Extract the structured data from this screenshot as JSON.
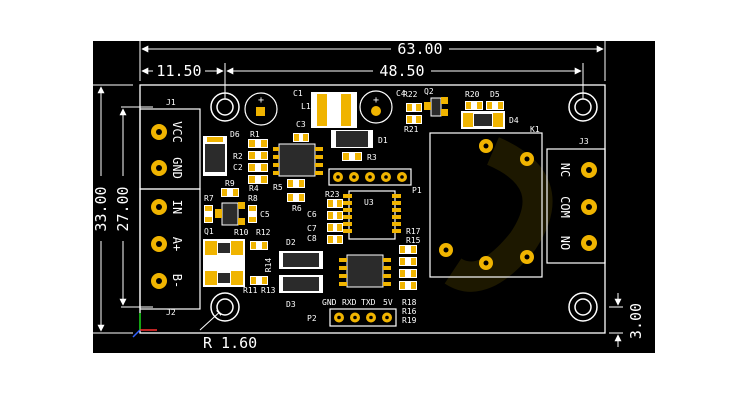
{
  "dimensions": {
    "width": "63.00",
    "left_offset": "11.50",
    "hole_spacing": "48.50",
    "height": "33.00",
    "inner_height": "27.00",
    "corner_offset": "3.00",
    "radius": "R 1.60"
  },
  "connectors": {
    "j1": "J1",
    "j2": "J2",
    "j3": "J3",
    "p1": "P1",
    "p2": "P2",
    "j1_pins": [
      "VCC",
      "GND"
    ],
    "j2_pins": [
      "IN",
      "A+",
      "B-"
    ],
    "j3_pins": [
      "NC",
      "COM",
      "NO"
    ],
    "p2_pins": [
      "GND",
      "RXD",
      "TXD",
      "5V"
    ]
  },
  "components": {
    "c1": "C1",
    "c2": "C2",
    "c3": "C3",
    "c4": "C4",
    "c5": "C5",
    "c6": "C6",
    "c7": "C7",
    "c8": "C8",
    "d1": "D1",
    "d2": "D2",
    "d3": "D3",
    "d4": "D4",
    "d5": "D5",
    "d6": "D6",
    "l1": "L1",
    "q1": "Q1",
    "q2": "Q2",
    "u3": "U3",
    "k1": "K1",
    "r1": "R1",
    "r2": "R2",
    "r3": "R3",
    "r4": "R4",
    "r5": "R5",
    "r6": "R6",
    "r7": "R7",
    "r8": "R8",
    "r9": "R9",
    "r10": "R10",
    "r11": "R11",
    "r12": "R12",
    "r13": "R13",
    "r14": "R14",
    "r15": "R15",
    "r16": "R16",
    "r17": "R17",
    "r18": "R18",
    "r19": "R19",
    "r20": "R20",
    "r21": "R21",
    "r22": "R22",
    "r23": "R23"
  },
  "colors": {
    "board": "#000000",
    "silk": "#ffffff",
    "pad": "#f0b400",
    "ic": "#2b2b2b"
  }
}
